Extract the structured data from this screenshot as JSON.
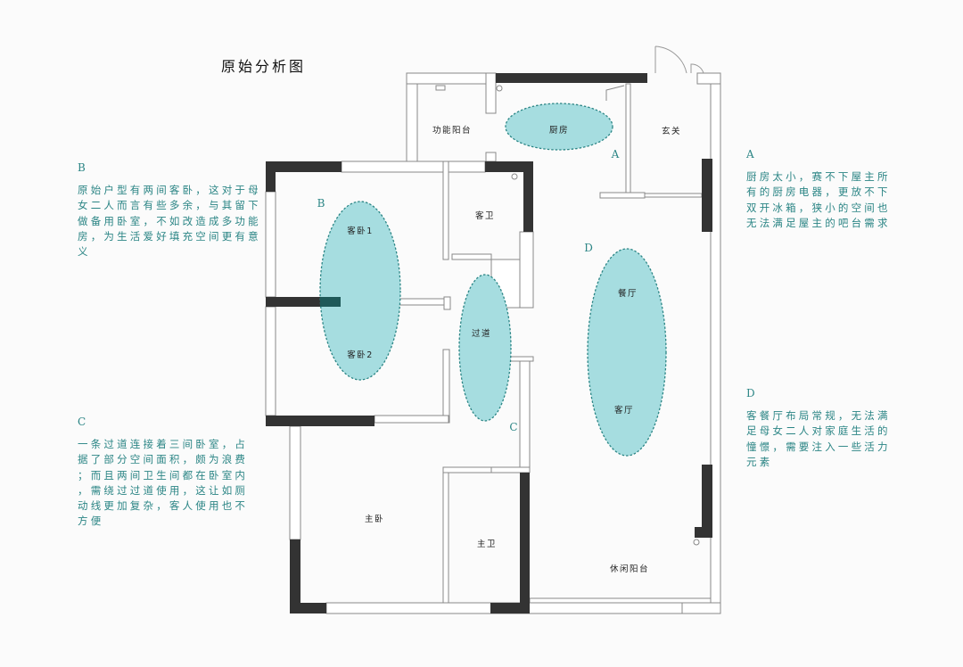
{
  "title": "原始分析图",
  "notes": {
    "A": {
      "letter": "A",
      "lines": [
        "厨房太小，赛不下屋主所",
        "有的厨房电器，更放不下",
        "双开冰箱，狭小的空间也",
        "无法满足屋主的吧台需求"
      ]
    },
    "B": {
      "letter": "B",
      "lines": [
        "原始户型有两间客卧，这对于母",
        "女二人而言有些多余，与其留下",
        "做备用卧室，不如改造成多功能",
        "房，为生活爱好填充空间更有意",
        "义"
      ]
    },
    "C": {
      "letter": "C",
      "lines": [
        "一条过道连接着三间卧室，占",
        "据了部分空间面积，颇为浪费",
        "；而且两间卫生间都在卧室内",
        "，需绕过过道使用，这让如厕",
        "动线更加复杂，客人使用也不",
        "方便"
      ]
    },
    "D": {
      "letter": "D",
      "lines": [
        "客餐厅布局常规，无法满",
        "足母女二人对家庭生活的",
        "憧憬，需要注入一些活力",
        "元素"
      ]
    }
  },
  "rooms": {
    "utility_balcony": "功能阳台",
    "kitchen": "厨房",
    "entrance": "玄关",
    "guest_bath": "客卫",
    "guest_bedroom_1": "客卧1",
    "guest_bedroom_2": "客卧2",
    "corridor": "过道",
    "dining": "餐厅",
    "living": "客厅",
    "master_bedroom": "主卧",
    "master_bath": "主卫",
    "leisure_balcony": "休闲阳台"
  },
  "markers": {
    "A": "A",
    "B": "B",
    "C": "C",
    "D": "D"
  },
  "colors": {
    "zone_fill": "#a6dde0",
    "zone_stroke": "#2b8585",
    "wall": "#333333",
    "note_text": "#2b8585"
  }
}
